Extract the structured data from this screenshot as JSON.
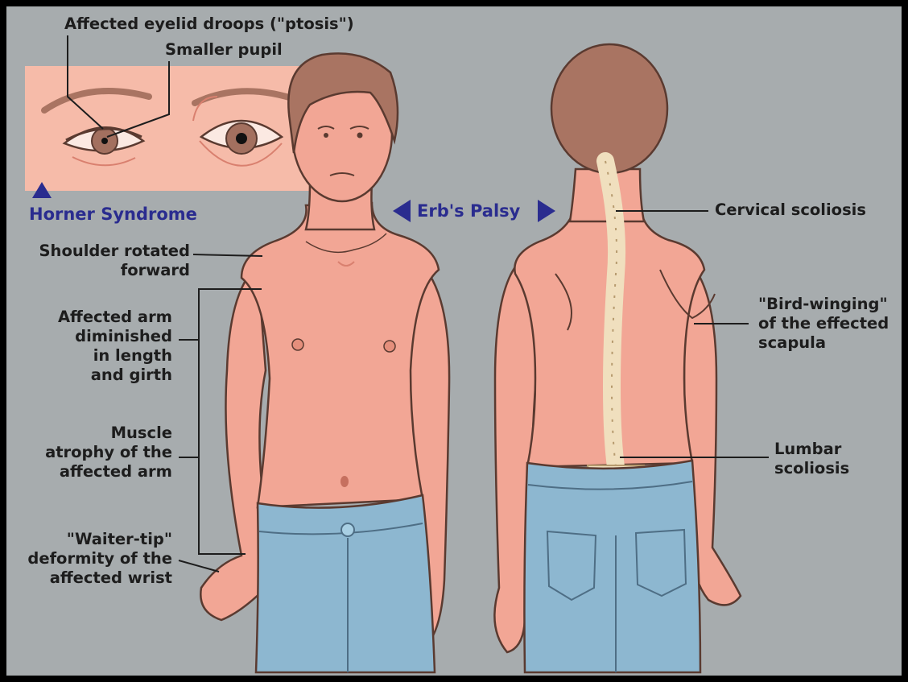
{
  "colors": {
    "frame": "#000000",
    "background": "#a7acae",
    "skin": "#f2a695",
    "skin_shadow": "#d9806f",
    "outline": "#5a3a30",
    "hair": "#a97462",
    "jeans": "#8db7d0",
    "spine": "#f0dfbe",
    "eye_panel": "#f6bba9",
    "accent": "#2a2c8f"
  },
  "labels": {
    "ptosis": "Affected eyelid droops (\"ptosis\")",
    "pupil": "Smaller pupil",
    "horner": "Horner Syndrome",
    "erbs": "Erb's Palsy",
    "shoulder": [
      "Shoulder rotated",
      "forward"
    ],
    "arm": [
      "Affected arm",
      "diminished",
      "in length",
      "and girth"
    ],
    "muscle": [
      "Muscle",
      "atrophy of the",
      "affected arm"
    ],
    "waiter": [
      "\"Waiter-tip\"",
      "deformity of the",
      "affected wrist"
    ],
    "cervical": "Cervical scoliosis",
    "winging": [
      "\"Bird-winging\"",
      "of the effected",
      "scapula"
    ],
    "lumbar": [
      "Lumbar",
      "scoliosis"
    ]
  },
  "icons": [
    "triangle-up-icon",
    "arrow-left-icon",
    "arrow-right-icon"
  ]
}
